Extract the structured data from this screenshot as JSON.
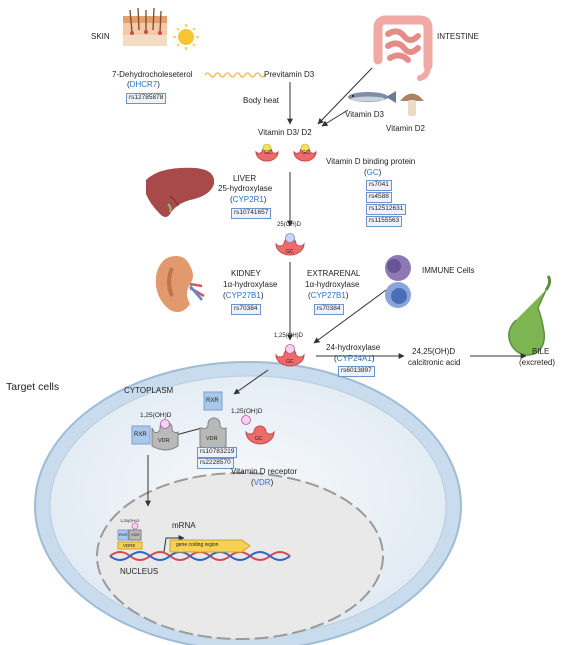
{
  "skin": {
    "label": "SKIN"
  },
  "intestine": {
    "label": "INTESTINE"
  },
  "dehydro": {
    "name": "7-Dehydrocholeseterol",
    "gene": "DHCR7",
    "rs": [
      "rs12785878"
    ]
  },
  "previtamin": {
    "label": "Previtamin D3"
  },
  "body_heat": {
    "label": "Body heat"
  },
  "vitd3_food": {
    "label": "Vitamin D3"
  },
  "vitd2_food": {
    "label": "Vitamin D2"
  },
  "vitd3d2": {
    "label": "Vitamin D3/ D2"
  },
  "dbp": {
    "name": "Vitamin D binding protein",
    "gene": "GC",
    "rs": [
      "rs7041",
      "rs4588",
      "rs12512631",
      "rs1155563"
    ]
  },
  "liver": {
    "title": "LIVER",
    "enzyme": "25-hydroxylase",
    "gene": "CYP2R1",
    "rs": [
      "rs10741657"
    ]
  },
  "ohd25": {
    "label": "25(OH)D"
  },
  "kidney": {
    "title": "KIDNEY",
    "enzyme": "1α-hydroxylase",
    "gene": "CYP27B1",
    "rs": [
      "rs70384"
    ]
  },
  "extrarenal": {
    "title": "EXTRARENAL",
    "enzyme": "1α-hydroxylase",
    "gene": "CYP27B1",
    "rs": [
      "rs70384"
    ]
  },
  "immune": {
    "label": "IMMUNE Cells"
  },
  "ohd125": {
    "label": "1,25(OH)D"
  },
  "hydroxylase24": {
    "enzyme": "24-hydroxylase",
    "gene": "CYP24A1",
    "rs": [
      "rs6013897"
    ]
  },
  "calcitronic": {
    "line1": "24,25(OH)D",
    "line2": "calcitronic acid"
  },
  "bile": {
    "line1": "BILE",
    "line2": "(excreted)"
  },
  "target": {
    "label": "Target cells"
  },
  "cytoplasm": {
    "label": "CYTOPLASM"
  },
  "rxr": {
    "label": "RXR"
  },
  "vdr": {
    "label": "VDR",
    "name": "Vitamin D receptor",
    "gene": "VDR",
    "rs": [
      "rs10783219",
      "rs2228570"
    ]
  },
  "gc_tag": {
    "label": "GC"
  },
  "ohd125_small": {
    "label": "1,25(OH)D"
  },
  "nucleus": {
    "label": "NUCLEUS",
    "mrna": "mRNA",
    "gene_region": "gene coding region",
    "vdre": "VDRE",
    "rxr": "RXR",
    "vdr": "VDR",
    "ohd": "1,25(OH)D"
  },
  "colors": {
    "gc_red": "#ef6a6a",
    "gene_blue": "#2a73c8",
    "rxr_blue": "#a9c8ea",
    "vdr_gray": "#b9b9b9",
    "cell_blue": "#cfe0ee",
    "gene_yellow": "#f7d155"
  }
}
